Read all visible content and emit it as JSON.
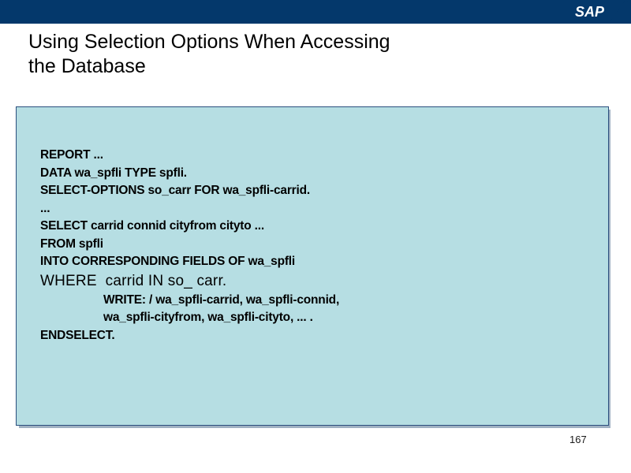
{
  "banner": {
    "logo_text": "SAP",
    "background_color": "#04386b"
  },
  "slide": {
    "title": "Using Selection Options When Accessing\nthe Database",
    "page_number": "167"
  },
  "code_box": {
    "background_color": "#b6dee3",
    "border_color": "#2b4f7e",
    "lines": [
      {
        "text": "REPORT ...",
        "style": "normal"
      },
      {
        "text": "DATA wa_spfli TYPE spfli.",
        "style": "normal"
      },
      {
        "text": "SELECT-OPTIONS so_carr FOR wa_spfli-carrid.",
        "style": "normal"
      },
      {
        "text": "...",
        "style": "normal"
      },
      {
        "text": "SELECT carrid connid cityfrom cityto ...",
        "style": "normal"
      },
      {
        "text": "FROM spfli",
        "style": "normal"
      },
      {
        "text": "INTO CORRESPONDING FIELDS OF wa_spfli",
        "style": "normal"
      },
      {
        "text": "WHERE  carrid IN so_ carr.",
        "style": "big"
      },
      {
        "text": "WRITE: / wa_spfli-carrid, wa_spfli-connid,",
        "style": "indent"
      },
      {
        "text": "wa_spfli-cityfrom, wa_spfli-cityto, ... .",
        "style": "indent"
      },
      {
        "text": "ENDSELECT.",
        "style": "normal"
      }
    ]
  }
}
